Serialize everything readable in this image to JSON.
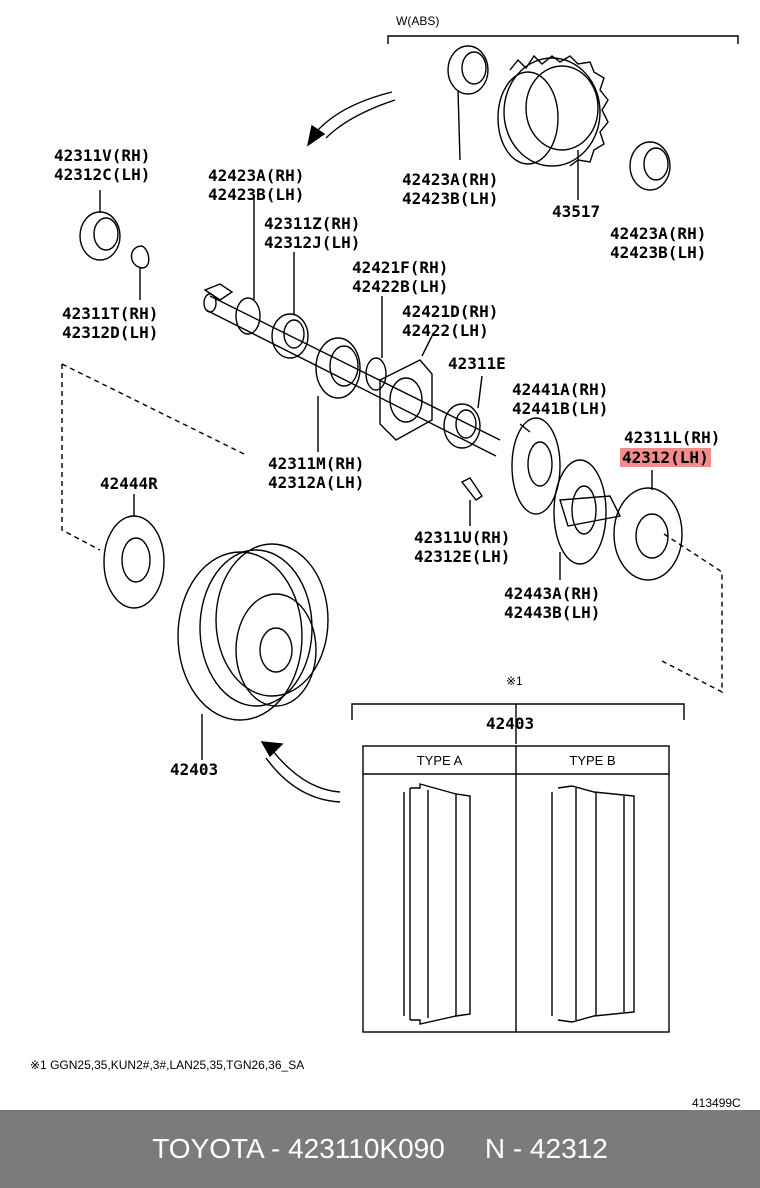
{
  "header": {
    "variant": "W(ABS)"
  },
  "labels": {
    "a1": "42311V(RH)",
    "a2": "42312C(LH)",
    "b1": "42423A(RH)",
    "b2": "42423B(LH)",
    "c1": "42423A(RH)",
    "c2": "42423B(LH)",
    "d": "43517",
    "e1": "42423A(RH)",
    "e2": "42423B(LH)",
    "f1": "42311Z(RH)",
    "f2": "42312J(LH)",
    "g1": "42421F(RH)",
    "g2": "42422B(LH)",
    "h1": "42421D(RH)",
    "h2": "42422(LH)",
    "i": "42311E",
    "j1": "42311T(RH)",
    "j2": "42312D(LH)",
    "k1": "42441A(RH)",
    "k2": "42441B(LH)",
    "l1": "42311L(RH)",
    "l2": "42312(LH)",
    "m1": "42311M(RH)",
    "m2": "42312A(LH)",
    "n": "42444R",
    "o1": "42311U(RH)",
    "o2": "42312E(LH)",
    "p1": "42443A(RH)",
    "p2": "42443B(LH)",
    "q": "42403",
    "r": "42403",
    "note_mark": "※1"
  },
  "types": {
    "a": "TYPE A",
    "b": "TYPE B"
  },
  "footnote": "※1 GGN25,35,KUN2#,3#,LAN25,35,TGN26,36_SA",
  "figure_code": "413499C",
  "footer": {
    "part": "TOYOTA - 423110K090",
    "ref": "N - 42312"
  },
  "colors": {
    "highlight": "#f28b8b",
    "footer_bg": "#7b7b7b",
    "footer_text": "#ffffff"
  }
}
